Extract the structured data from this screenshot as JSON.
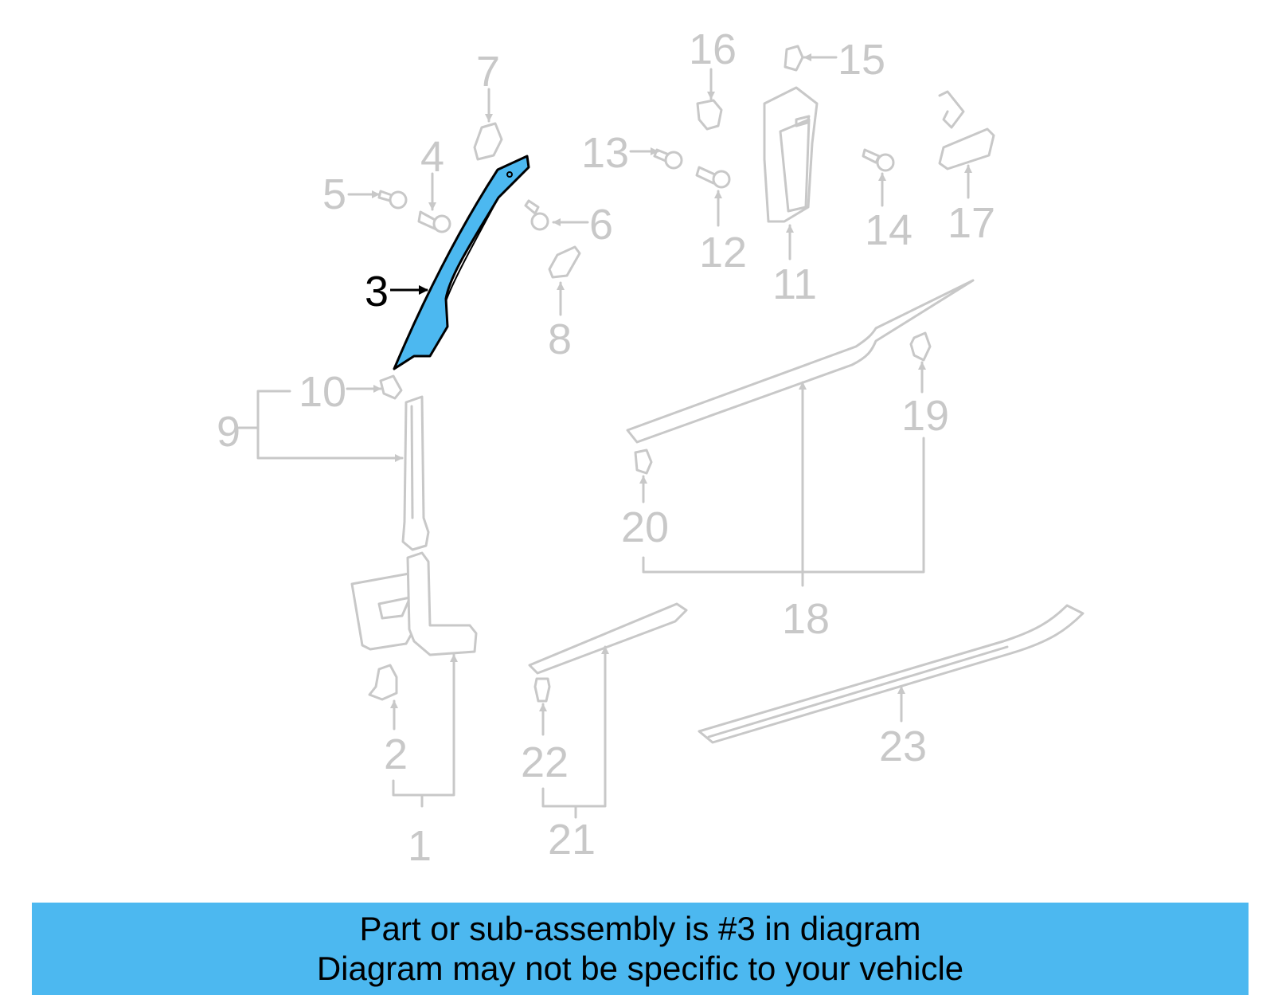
{
  "diagram": {
    "highlight_color": "#4cb8f0",
    "muted_color": "#c8c8c8",
    "highlighted_part": "3",
    "callouts": [
      "1",
      "2",
      "3",
      "4",
      "5",
      "6",
      "7",
      "8",
      "9",
      "10",
      "11",
      "12",
      "13",
      "14",
      "15",
      "16",
      "17",
      "18",
      "19",
      "20",
      "21",
      "22",
      "23"
    ]
  },
  "banner": {
    "line1": "Part or sub-assembly is #3 in diagram",
    "line2": "Diagram may not be specific to your vehicle"
  }
}
